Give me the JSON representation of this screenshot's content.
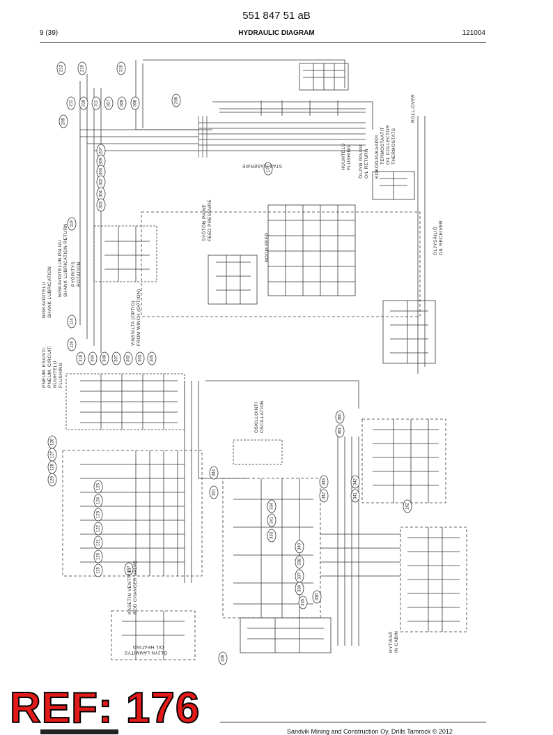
{
  "header": {
    "doc_number": "551 847 51 aB",
    "page_index": "9 (39)",
    "title": "HYDRAULIC DIAGRAM",
    "date_code": "121004"
  },
  "diagram_labels": {
    "roll_over": "ROLL-OVER",
    "stab_laser": "STAB./LASER/PE",
    "flushing_fi": "HUUHTELU",
    "flushing": "FLUSHING",
    "oil_return_fi": "ÖLJYN PALUU",
    "oil_return": "OIL RETURN",
    "thermostats_fi": "KOKOOJA/KAAPPI",
    "thermostats_fi2": "TERMOSTAATIT",
    "oil_collector": "OIL COLLECTOR",
    "thermostats": "THERMOSTATS",
    "system_pressure_fi": "SYÖTÖN PAINE",
    "feed_pressure": "FEED PRESSURE",
    "oil_receiver_fi": "ÖLJYSÄILIÖ",
    "oil_receiver": "OIL RECEIVER",
    "shank_lub_fi": "NISKAVOITELU",
    "shank_lub": "SHANK LUBRICATION",
    "shank_lub_return_fi": "NISKAVOITELUN PALUU",
    "shank_lub_return": "SHANK LUBRICATION RETURN",
    "rotation_fi": "PYÖRITYS",
    "rotation": "ROTATION",
    "winch_option_fi": "VINSSILTA (OPTIO)",
    "winch_option": "FROM WINCH (OPTION)",
    "pneum_circuit_fi": "PNEUM. KSAIVO:",
    "pneum_circuit": "PNEUM. CIRCUIT:",
    "pneum_flushing_fi": "HUUHTELU",
    "pneum_flushing": "FLUSHING",
    "oscillation_fi": "OSKILLOINTI",
    "oscillation": "OSCILLATION",
    "rod_changer_fi": "KASETIN VENTTIILI",
    "rod_changer": "ROD CHANGER VALVE",
    "oil_heating_fi": "ÖLJYN LÄMMITYS",
    "oil_heating": "OIL HEATING",
    "in_cabin_fi": "HYTISSÄ",
    "in_cabin": "IN CABIN",
    "boom_feed": "BOOM FEED"
  },
  "bubbles": [
    "213",
    "210",
    "310",
    "211",
    "318",
    "311",
    "307",
    "308",
    "306",
    "206",
    "209",
    "207",
    "309",
    "305",
    "302",
    "304",
    "303",
    "101",
    "119",
    "114",
    "116",
    "318",
    "304",
    "308",
    "307",
    "302",
    "303",
    "305",
    "126",
    "127",
    "128",
    "129",
    "125",
    "124",
    "123",
    "122",
    "121",
    "120",
    "119",
    "117",
    "344",
    "301",
    "334",
    "341",
    "340",
    "338",
    "337",
    "336",
    "336",
    "335",
    "333",
    "343",
    "342",
    "342",
    "341",
    "162",
    "360",
    "361",
    "339"
  ],
  "stamp": {
    "text": "REF: 176"
  },
  "footer": {
    "copyright": "Sandvik Mining and Construction Oy, Drills Tamrock © 2012"
  }
}
